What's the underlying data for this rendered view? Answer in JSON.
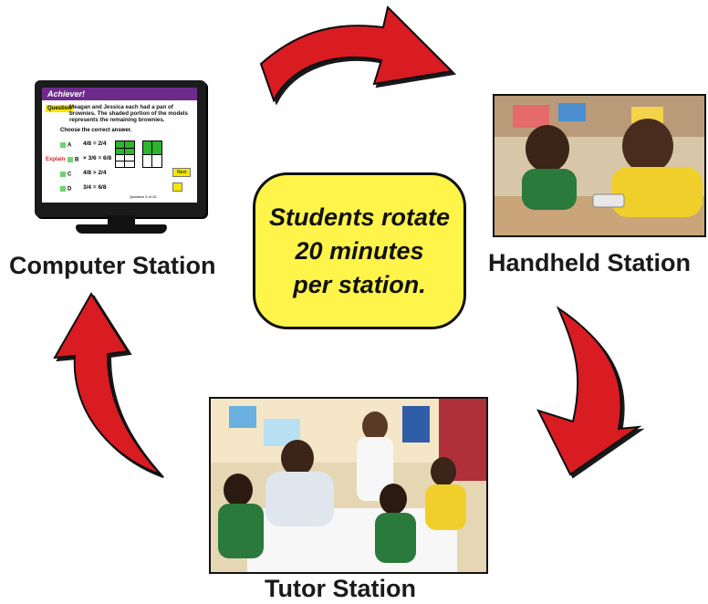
{
  "center": {
    "line1": "Students rotate",
    "line2": "20 minutes",
    "line3": "per station."
  },
  "stations": {
    "computer": "Computer Station",
    "handheld": "Handheld Station",
    "tutor": "Tutor Station"
  },
  "computer_screen": {
    "header": "Achiever!",
    "question_tag": "Question",
    "question": "Meagan and Jessica each had a pan of brownies. The shaded portion of the models represents the remaining brownies.",
    "prompt": "Choose the correct answer.",
    "options": [
      "A",
      "B",
      "C",
      "D"
    ],
    "explain": "Explain",
    "next": "Next",
    "question_footer": "Question 3 of 10"
  },
  "colors": {
    "arrow": "#d81e24",
    "center_fill": "#fff44a",
    "screen_header": "#6d2c8c"
  }
}
